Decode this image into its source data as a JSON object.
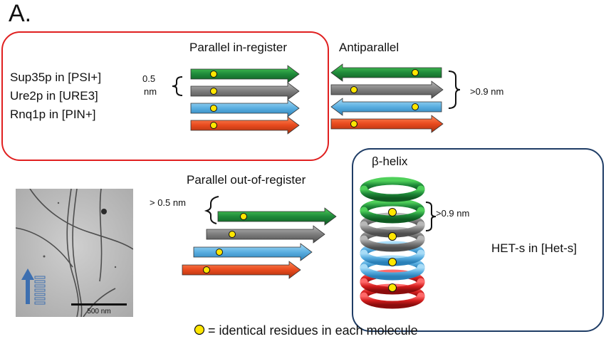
{
  "panel_label": "A.",
  "proteins": [
    "Sup35p in [PSI+]",
    "Ure2p in [URE3]",
    "Rnq1p in [PIN+]"
  ],
  "sections": {
    "parallel_in_register": "Parallel in-register",
    "antiparallel": "Antiparallel",
    "parallel_out_of_register": "Parallel out-of-register",
    "beta_helix": "β-helix"
  },
  "spacing": {
    "in_register_value": "0.5",
    "in_register_unit": "nm",
    "antiparallel": ">0.9 nm",
    "out_of_register": "> 0.5 nm",
    "helix": ">0.9 nm"
  },
  "het_s_label": "HET-s in [Het-s]",
  "scale_bar_label": "500 nm",
  "legend_text": "= identical residues in each molecule",
  "colors": {
    "green": "#1f8a3a",
    "gray": "#7d7d7d",
    "blue": "#5aaee0",
    "orange": "#e84a1e",
    "residue": "#ffe600",
    "red_box": "#e02020",
    "blue_box": "#1f3d66"
  }
}
